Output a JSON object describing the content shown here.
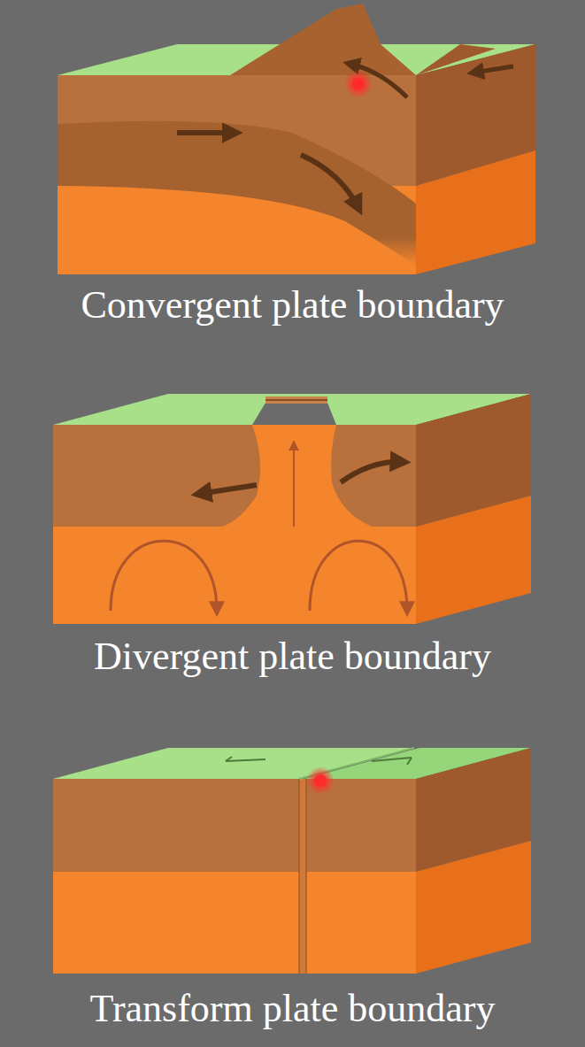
{
  "diagram": {
    "labels": [
      "Convergent plate boundary",
      "Divergent plate boundary",
      "Transform plate boundary"
    ]
  }
}
